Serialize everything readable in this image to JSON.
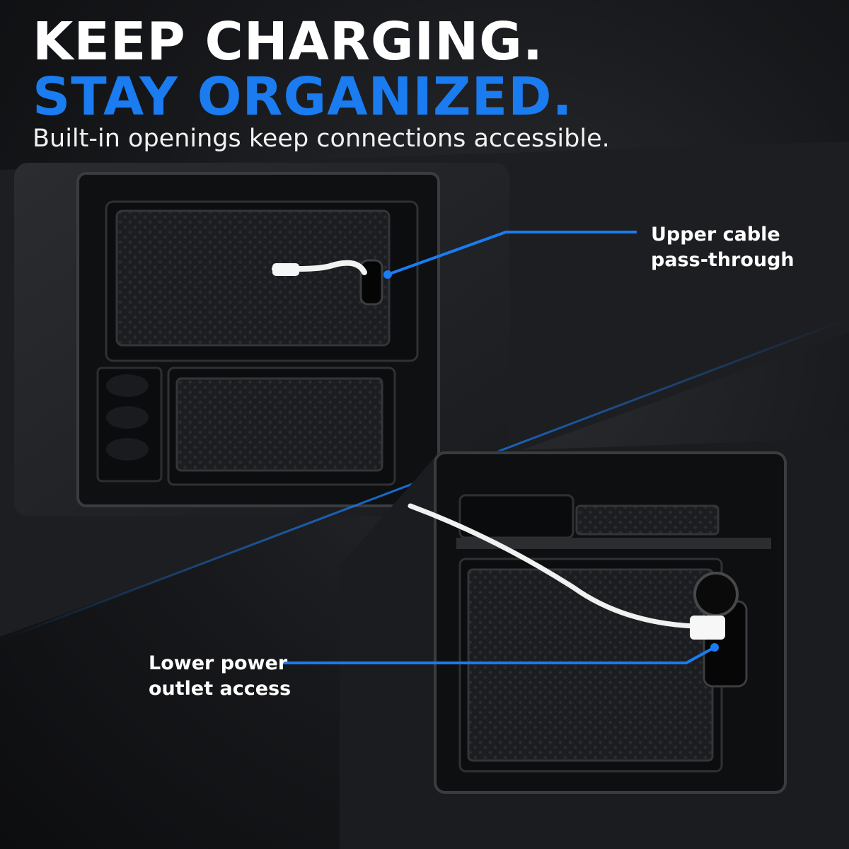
{
  "headline": {
    "line1": "KEEP CHARGING.",
    "line2": "STAY ORGANIZED.",
    "line1_color": "#ffffff",
    "line2_color": "#1a7cf0"
  },
  "subheadline": "Built-in openings keep connections accessible.",
  "callouts": {
    "upper": {
      "line1": "Upper cable",
      "line2": "pass-through"
    },
    "lower": {
      "line1": "Lower power",
      "line2": "outlet access"
    }
  },
  "accent_color": "#1a7cf0",
  "background_color": "#111214"
}
